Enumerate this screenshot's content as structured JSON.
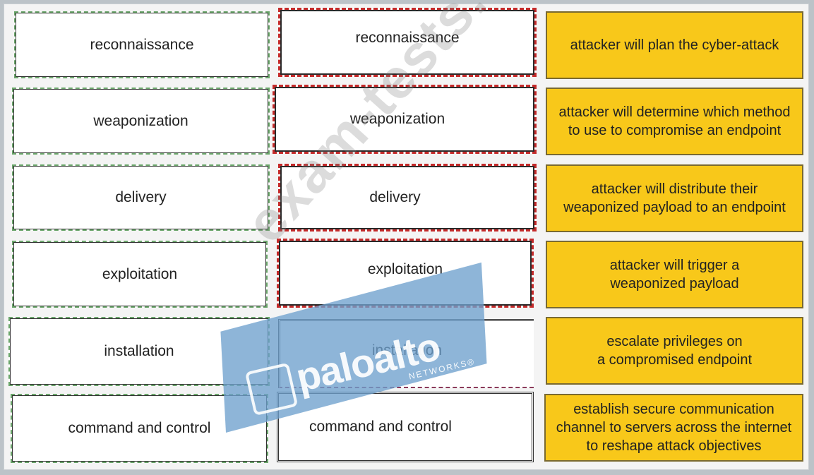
{
  "left_column": [
    "reconnaissance",
    "weaponization",
    "delivery",
    "exploitation",
    "installation",
    "command and control"
  ],
  "middle_column": [
    "reconnaissance",
    "weaponization",
    "delivery",
    "exploitation",
    "installation",
    "command and control"
  ],
  "right_column": [
    [
      "attacker will plan the cyber-attack"
    ],
    [
      "attacker will determine which method",
      "to use to compromise an endpoint"
    ],
    [
      "attacker will distribute their",
      "weaponized payload to an endpoint"
    ],
    [
      "attacker will trigger a",
      "weaponized payload"
    ],
    [
      "escalate privileges on",
      "a compromised endpoint"
    ],
    [
      "establish secure communication",
      "channel to servers across the internet",
      "to reshape attack objectives"
    ]
  ],
  "watermark": {
    "site": "exam-tests.com",
    "brand": "paloalto",
    "brand_sub": "NETWORKS®"
  },
  "colors": {
    "answer_fill": "#f8c81a",
    "left_dash": "#6aa56a",
    "middle_dash": "#c42a2a",
    "watermark_blue": "#6ea0cd"
  }
}
